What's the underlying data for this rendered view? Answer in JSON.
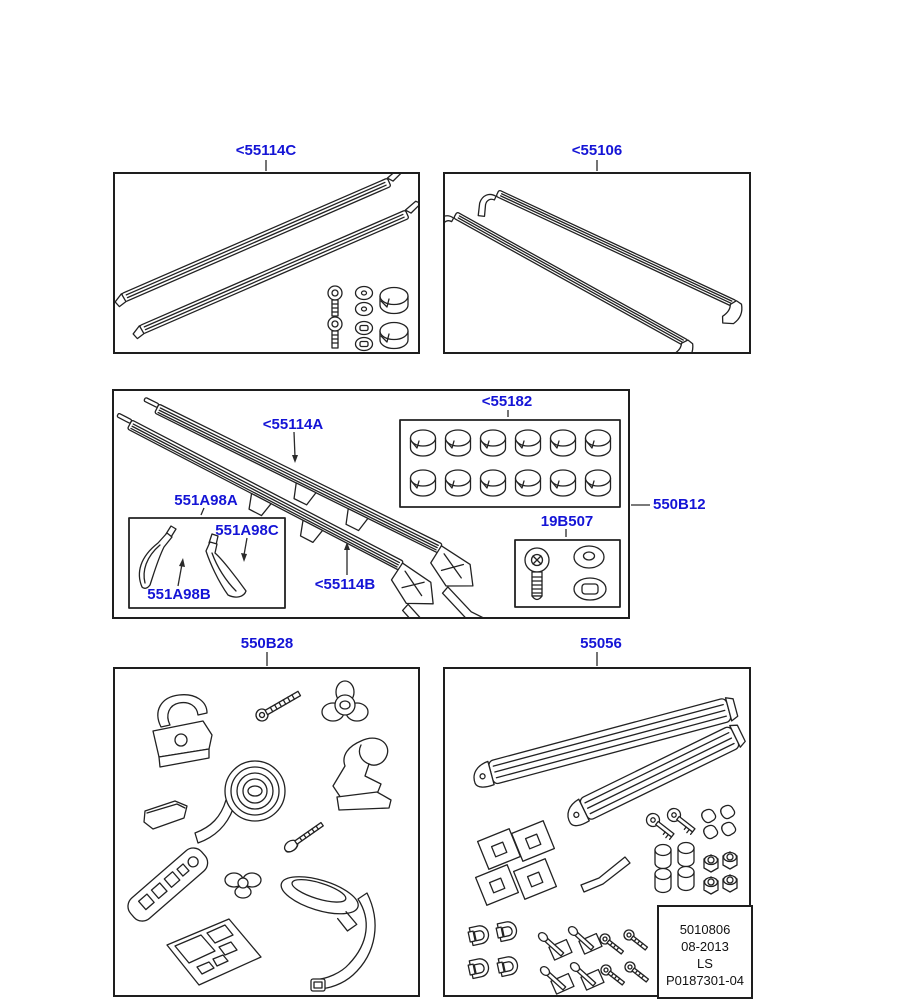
{
  "colors": {
    "part_label_blue": "#1414d6",
    "line_art": "#222222",
    "background": "#ffffff"
  },
  "labels": {
    "roof_rail_kit": "<55114C",
    "cross_bar_kit": "<55106",
    "cap_set": "<55182",
    "rail_front": "<55114A",
    "finisher_set": "551A98A",
    "finisher_right": "551A98C",
    "finisher_left": "551A98B",
    "rail_rear": "<55114B",
    "fastener_kit": "19B507",
    "rail_assembly": "550B12",
    "fitting_kit": "550B28",
    "ski_carrier_kit": "55056"
  },
  "info_box": {
    "lines": [
      "5010806",
      "08-2013",
      "LS",
      "P0187301-04"
    ]
  }
}
